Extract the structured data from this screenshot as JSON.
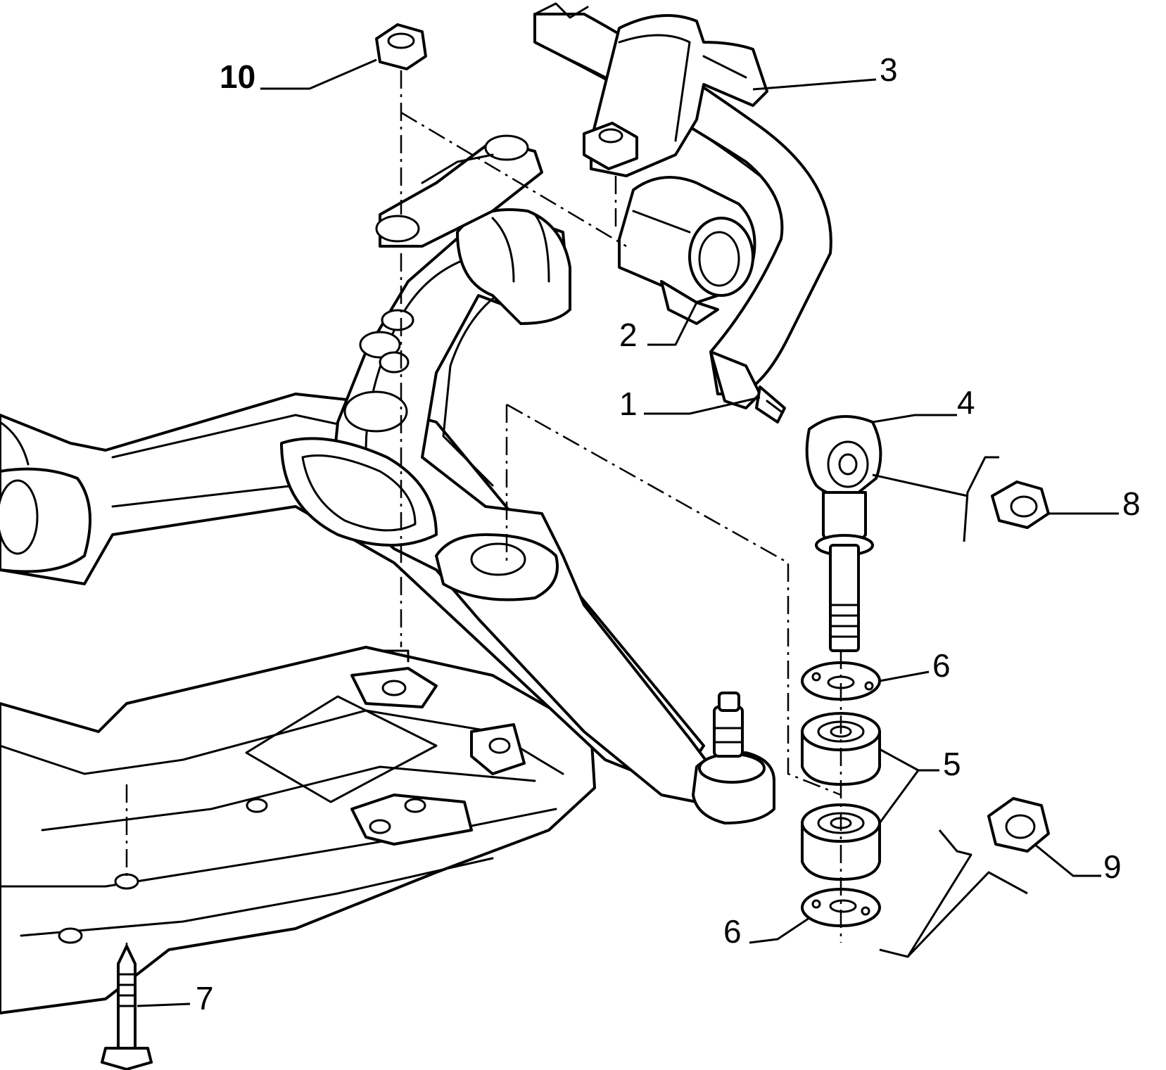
{
  "diagram": {
    "callouts": [
      {
        "id": "1",
        "label": "1"
      },
      {
        "id": "2",
        "label": "2"
      },
      {
        "id": "3",
        "label": "3"
      },
      {
        "id": "4",
        "label": "4"
      },
      {
        "id": "5",
        "label": "5"
      },
      {
        "id": "6a",
        "label": "6"
      },
      {
        "id": "6b",
        "label": "6"
      },
      {
        "id": "7",
        "label": "7"
      },
      {
        "id": "8",
        "label": "8"
      },
      {
        "id": "9",
        "label": "9"
      },
      {
        "id": "10",
        "label": "10"
      }
    ]
  }
}
